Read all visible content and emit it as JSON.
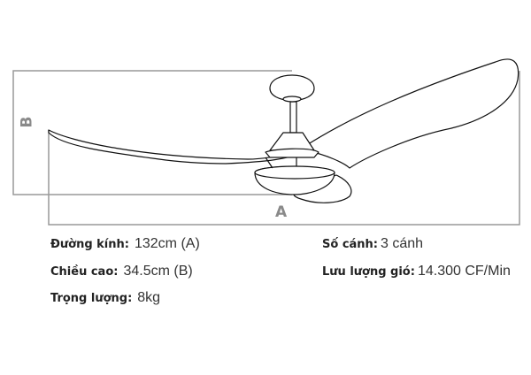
{
  "dimension_labels": {
    "width": "A",
    "height": "B"
  },
  "specs": [
    {
      "label": "Đường kính:",
      "value": "132cm (A)"
    },
    {
      "label": "Chiều cao:",
      "value": "34.5cm (B)"
    },
    {
      "label": "Trọng lượng:",
      "value": "8kg"
    },
    {
      "label": "Số cánh:",
      "value": "3 cánh"
    },
    {
      "label": "Lưu lượng gió:",
      "value": "14.300 CF/Min"
    }
  ]
}
